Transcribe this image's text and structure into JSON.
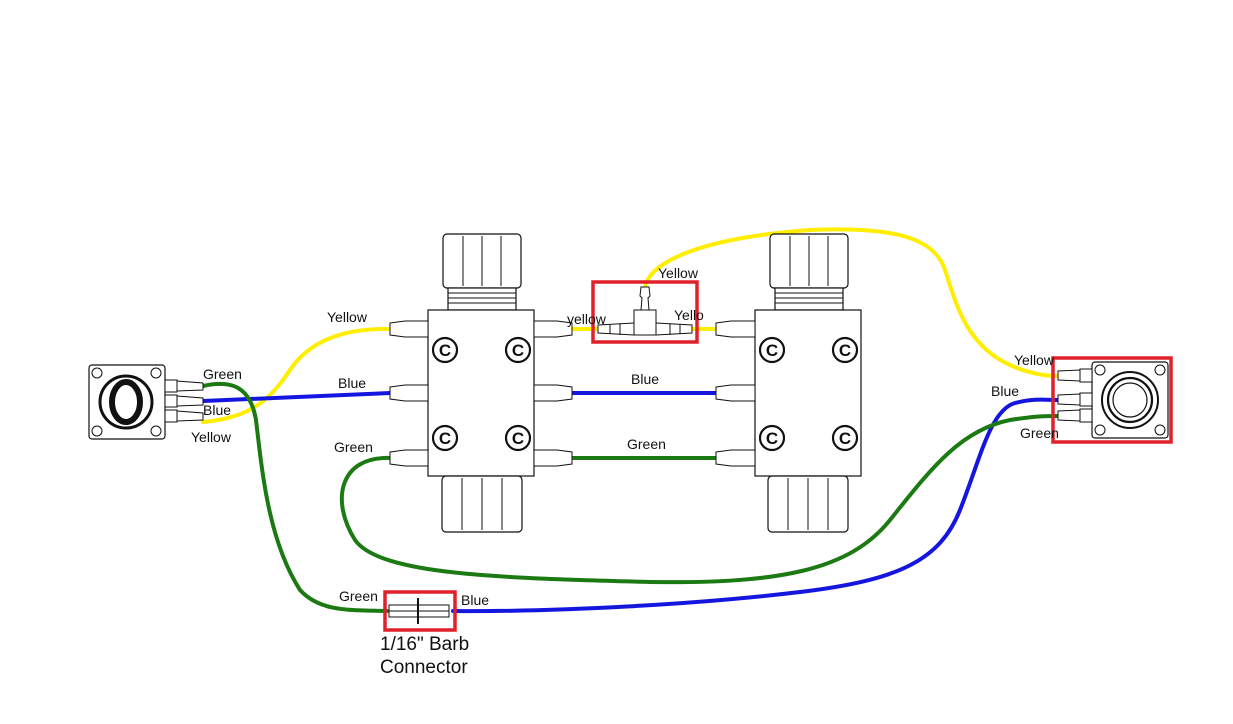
{
  "colors": {
    "yellow": "#ffee00",
    "blue": "#1515e0",
    "green": "#1c7a12",
    "highlight": "#e0202a"
  },
  "labels": {
    "left_green": "Green",
    "left_blue": "Blue",
    "left_yellow": "Yellow",
    "block_yellow": "Yellow",
    "block_blue": "Blue",
    "block_green": "Green",
    "tee_yellow_top": "Yellow",
    "tee_yellow_left": "yellow",
    "tee_yellow_right": "Yello",
    "middle_blue": "Blue",
    "middle_green": "Green",
    "right_yellow": "Yellow",
    "right_blue": "Blue",
    "right_green": "Green",
    "barb_green": "Green",
    "barb_blue": "Blue",
    "barb_caption_line1": "1/16\" Barb",
    "barb_caption_line2": "Connector"
  },
  "logo_glyph": "C"
}
